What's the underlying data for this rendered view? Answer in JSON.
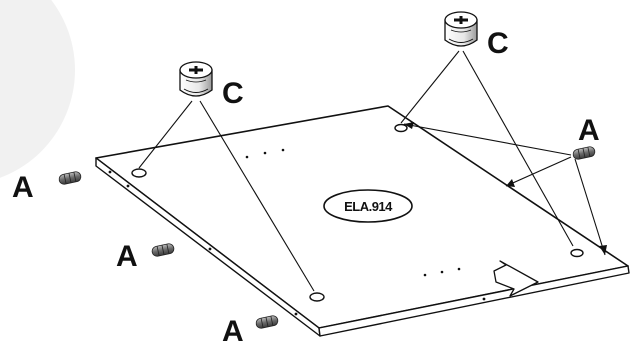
{
  "diagram": {
    "panel_code": "ELA.914",
    "label_A": "A",
    "label_C": "C",
    "colors": {
      "line": "#111111",
      "panel_fill": "#ffffff",
      "backdrop": "#f1f1f1",
      "dowel": "#6b6b6b"
    }
  }
}
